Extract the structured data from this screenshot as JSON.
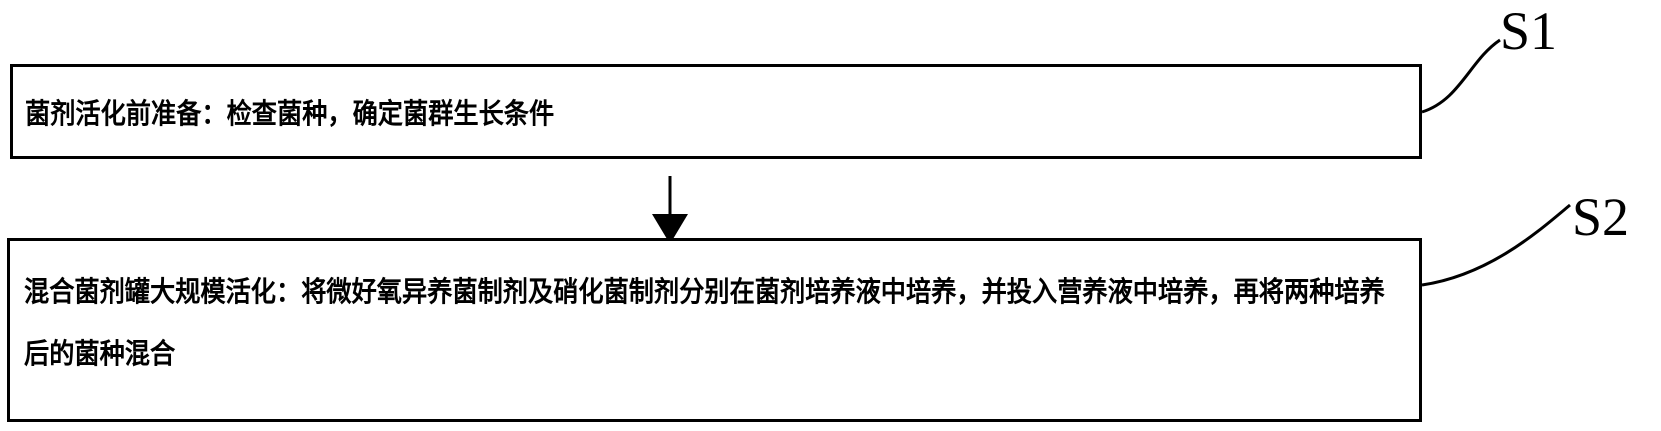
{
  "steps": [
    {
      "label": "S1",
      "text": "菌剂活化前准备：检查菌种，确定菌群生长条件"
    },
    {
      "label": "S2",
      "text": "混合菌剂罐大规模活化：将微好氧异养菌制剂及硝化菌制剂分别在菌剂培养液中培养，并投入营养液中培养，再将两种培养后的菌种混合"
    }
  ]
}
